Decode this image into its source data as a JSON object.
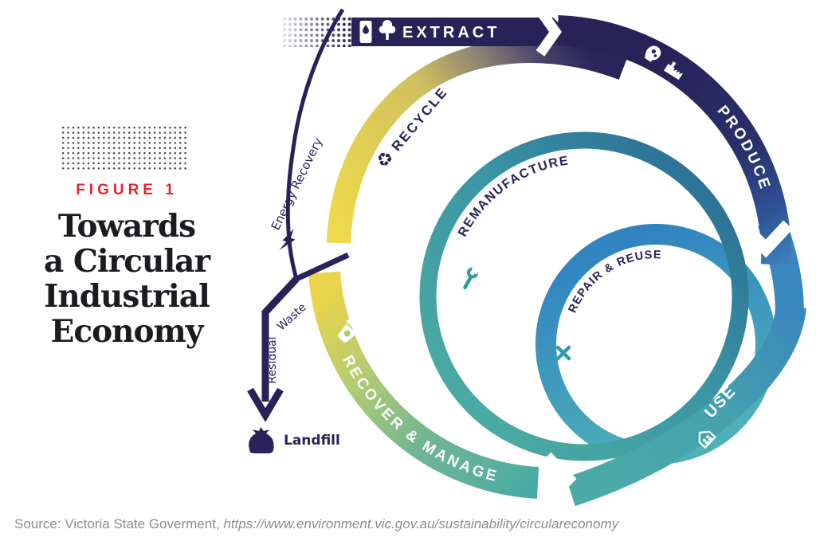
{
  "figure": {
    "kicker": "FIGURE 1",
    "title_lines": [
      "Towards",
      "a Circular",
      "Industrial",
      "Economy"
    ]
  },
  "stages": {
    "extract": {
      "label": "EXTRACT",
      "icons": [
        "fuel-can-icon",
        "tree-icon"
      ]
    },
    "produce": {
      "label": "PRODUCE",
      "icons": [
        "design-head-icon",
        "factory-icon"
      ]
    },
    "recycle": {
      "label": "RECYCLE",
      "icon": "recycle-arrows-icon",
      "glyph": "♻"
    },
    "remanufacture": {
      "label": "REMANUFACTURE",
      "icon": "wrench-icon"
    },
    "repair_reuse": {
      "label": "REPAIR & REUSE",
      "icon": "crossed-tools-icon"
    },
    "use": {
      "label": "USE",
      "icon": "home-people-icon"
    },
    "recover_manage": {
      "label": "RECOVER & MANAGE",
      "icon": "wheelie-bin-icon"
    }
  },
  "flows": {
    "energy_recovery": {
      "label": "Energy Recovery",
      "icon": "lightning-icon"
    },
    "residual_waste": {
      "word1": "Residual",
      "word2": "Waste"
    },
    "landfill": {
      "label": "Landfill",
      "icon": "waste-bag-icon"
    }
  },
  "source": {
    "prefix": "Source: Victoria State Goverment, ",
    "url": "https://www.environment.vic.gov.au/sustainability/circulareconomy"
  },
  "colors": {
    "navy": "#272358",
    "gold": "#eed84d",
    "teal": "#4aaba5",
    "blue": "#3a8ec6",
    "red": "#e4252b",
    "gray_text": "#8d8d8d"
  }
}
